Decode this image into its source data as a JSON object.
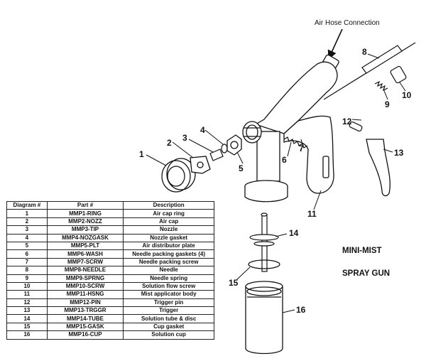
{
  "labels": {
    "air_hose": "Air Hose Connection",
    "product_line1": "MINI-MIST",
    "product_line2": "SPRAY GUN"
  },
  "callouts": [
    "1",
    "2",
    "3",
    "4",
    "5",
    "6",
    "7",
    "8",
    "9",
    "10",
    "11",
    "12",
    "13",
    "14",
    "15",
    "16"
  ],
  "table": {
    "headers": [
      "Diagram #",
      "Part #",
      "Description"
    ],
    "rows": [
      [
        "1",
        "MMP1-RING",
        "Air cap ring"
      ],
      [
        "2",
        "MMP2-NOZZ",
        "Air cap"
      ],
      [
        "3",
        "MMP3-TIP",
        "Nozzle"
      ],
      [
        "4",
        "MMP4-NOZGASK",
        "Nozzle gasket"
      ],
      [
        "5",
        "MMP5-PLT",
        "Air distributor plate"
      ],
      [
        "6",
        "MMP6-WASH",
        "Needle packing gaskets (4)"
      ],
      [
        "7",
        "MMP7-SCRW",
        "Needle packing screw"
      ],
      [
        "8",
        "MMP8-NEEDLE",
        "Needle"
      ],
      [
        "9",
        "MMP9-SPRNG",
        "Needle spring"
      ],
      [
        "10",
        "MMP10-SCRW",
        "Solution flow screw"
      ],
      [
        "11",
        "MMP11-HSNG",
        "Mist applicator body"
      ],
      [
        "12",
        "MMP12-PIN",
        "Trigger pin"
      ],
      [
        "13",
        "MMP13-TRGGR",
        "Trigger"
      ],
      [
        "14",
        "MMP14-TUBE",
        "Solution tube & disc"
      ],
      [
        "15",
        "MMP15-GASK",
        "Cup gasket"
      ],
      [
        "16",
        "MMP16-CUP",
        "Solution cup"
      ]
    ]
  }
}
